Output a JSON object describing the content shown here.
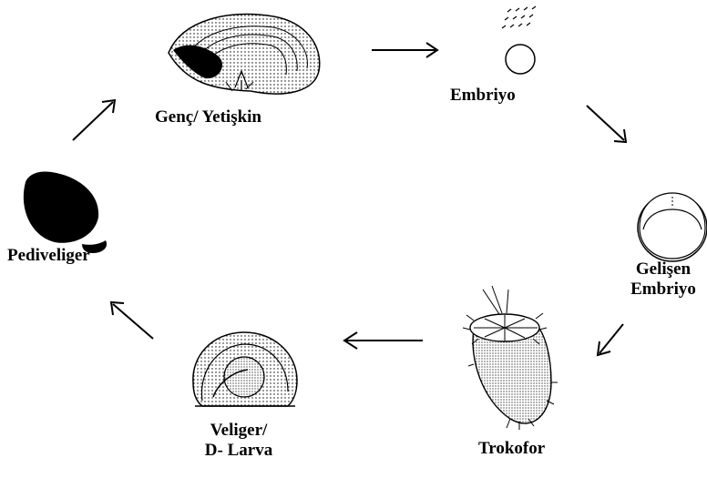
{
  "stages": {
    "adult": {
      "label": "Genç/ Yetişkin",
      "icon": "mussel-adult-icon"
    },
    "embryo": {
      "label": "Embriyo",
      "icon": "egg-sperm-icon"
    },
    "developing": {
      "label_line1": "Gelişen",
      "label_line2": "Embriyo",
      "icon": "developing-embryo-icon"
    },
    "trochophore": {
      "label": "Trokofor",
      "icon": "trochophore-larva-icon"
    },
    "veliger": {
      "label_line1": "Veliger/",
      "label_line2": "D- Larva",
      "icon": "veliger-larva-icon"
    },
    "pediveliger": {
      "label": "Pediveliger",
      "icon": "pediveliger-larva-icon"
    }
  },
  "colors": {
    "ink": "#000000",
    "background": "#ffffff"
  }
}
